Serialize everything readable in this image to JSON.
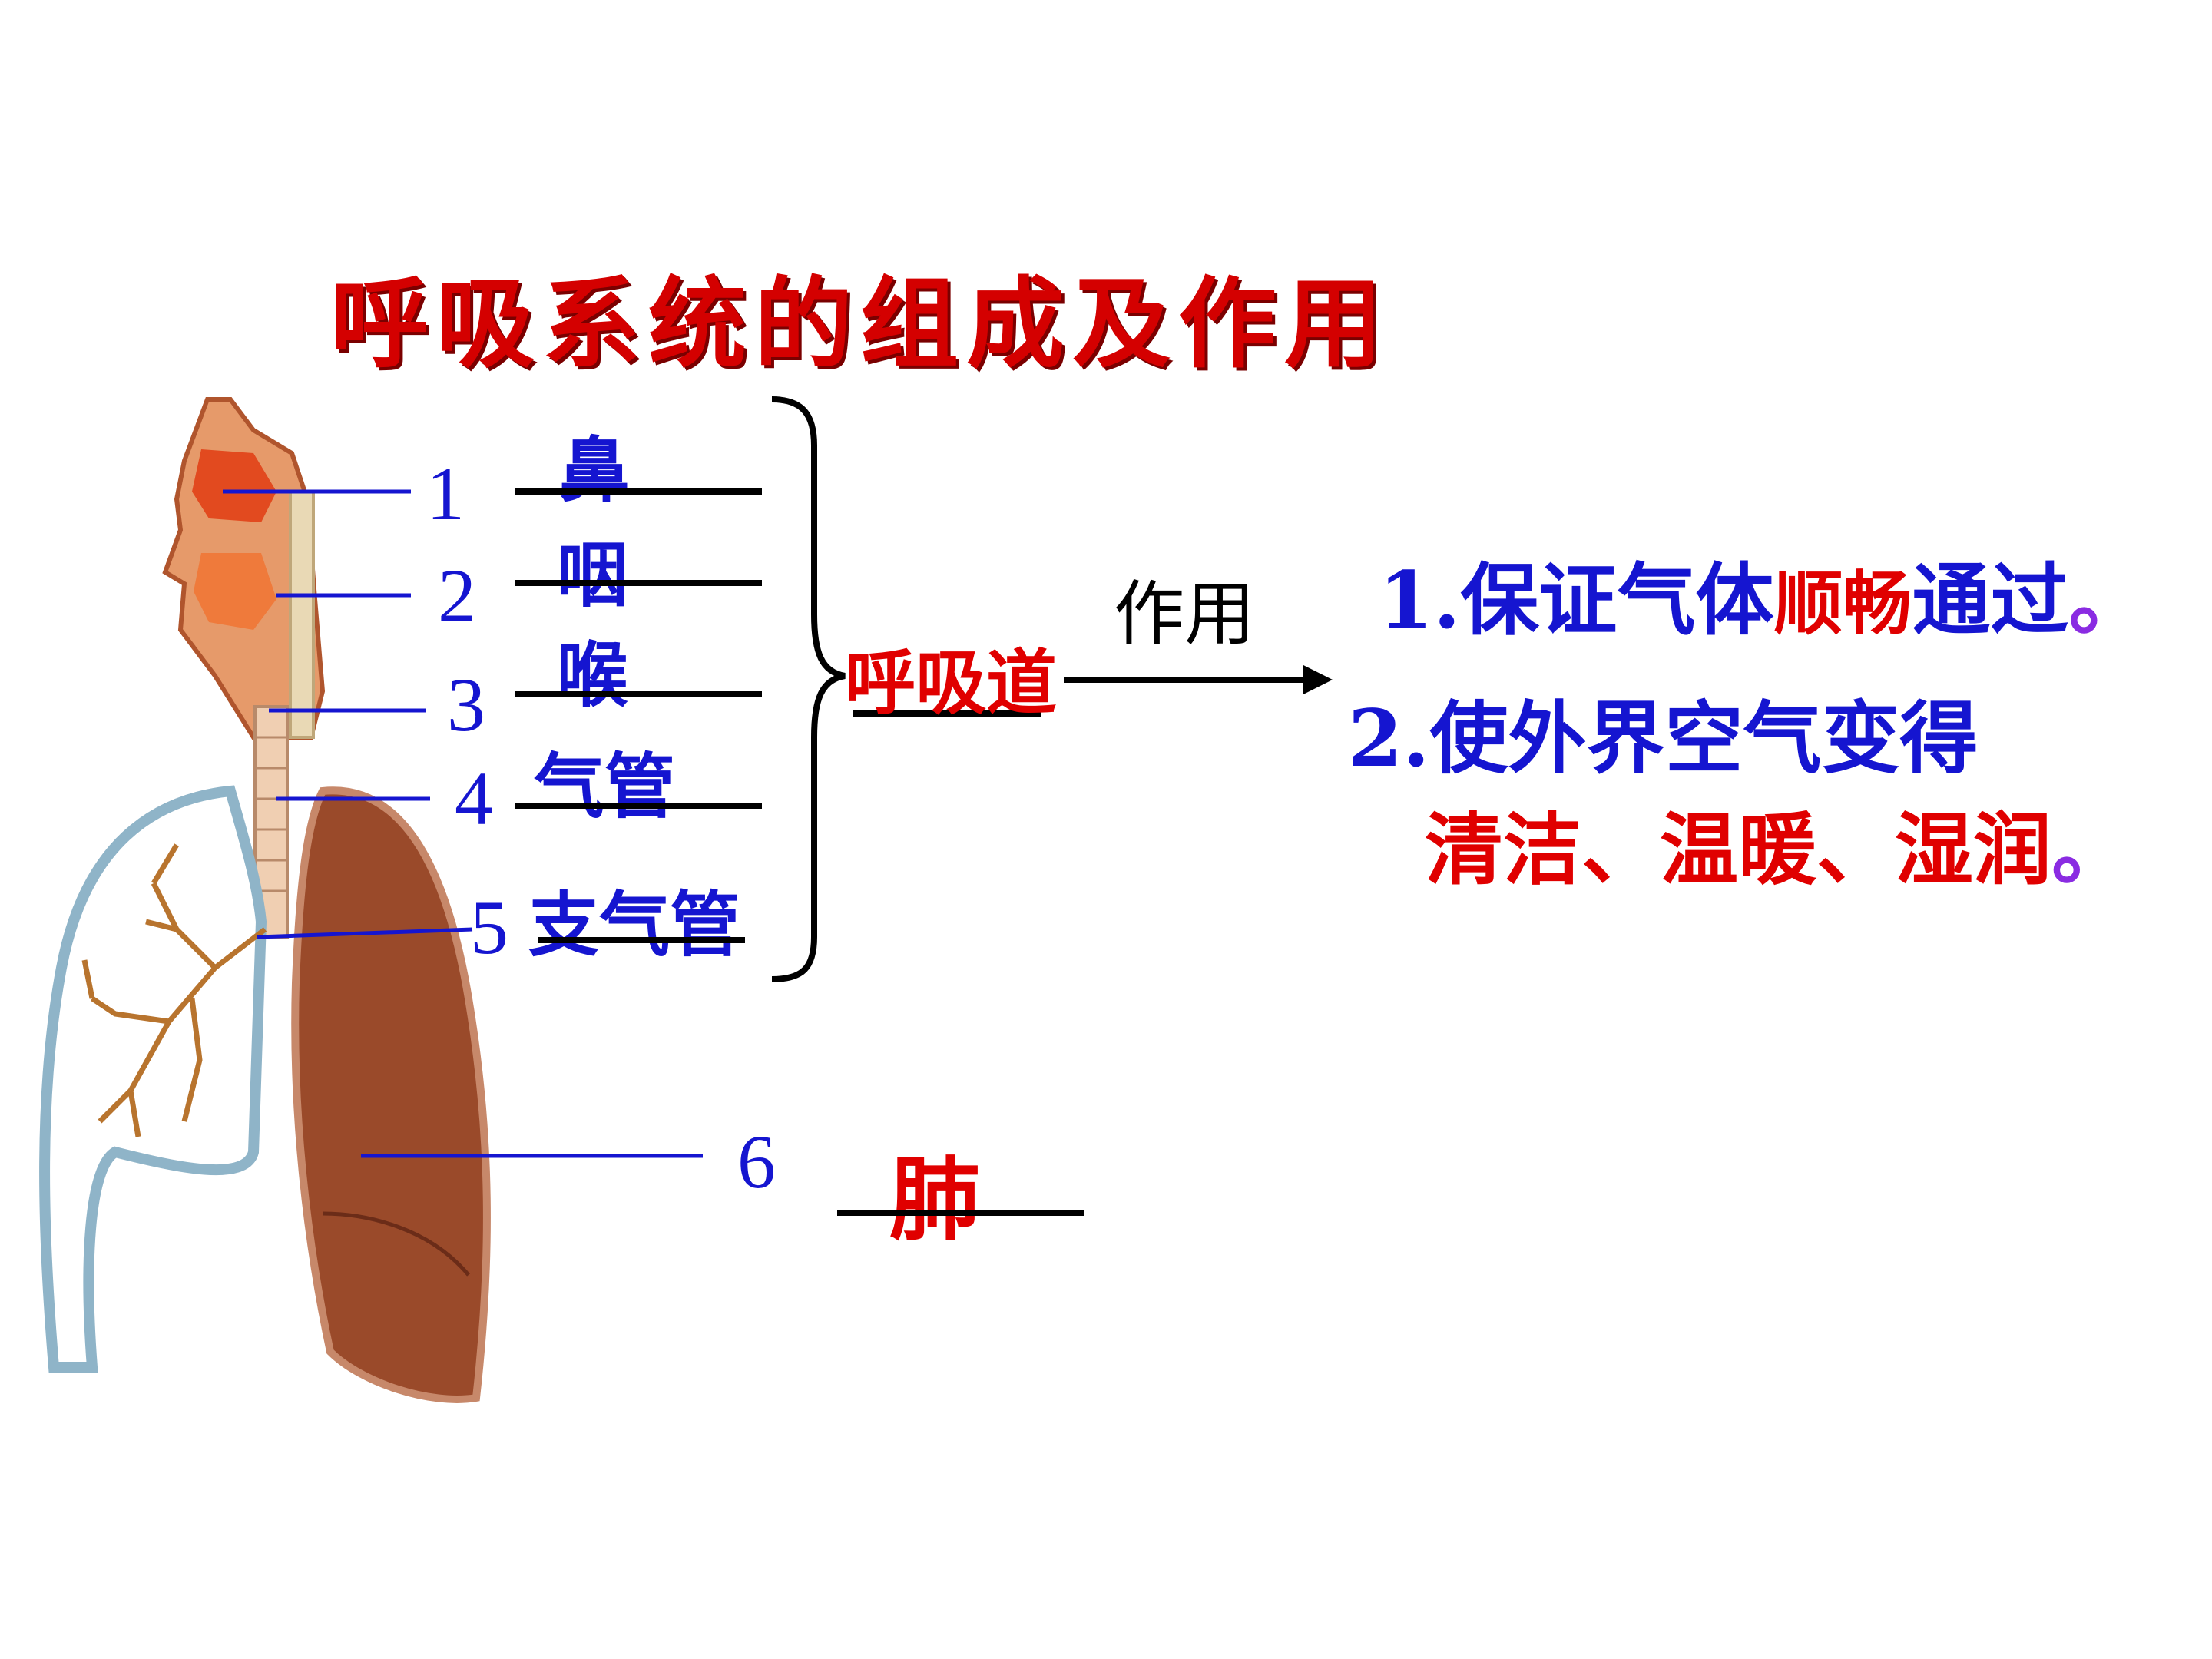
{
  "title": "呼吸系统的组成及作用",
  "parts": [
    {
      "number": "1",
      "name": "鼻"
    },
    {
      "number": "2",
      "name": "咽"
    },
    {
      "number": "3",
      "name": "喉"
    },
    {
      "number": "4",
      "name": "气管"
    },
    {
      "number": "5",
      "name": "支气管"
    },
    {
      "number": "6",
      "name": "肺"
    }
  ],
  "respiratory_tract": "呼吸道",
  "function_label": "作用",
  "functions": {
    "f1": {
      "pre": "1.保证气体",
      "highlight": "顺畅",
      "post": "通过",
      "period": "。"
    },
    "f2": {
      "line1": "2.使外界空气变得",
      "line2": "清洁、温暖、湿润",
      "period": "。"
    }
  },
  "colors": {
    "title": "#d40000",
    "label_blue": "#1515d0",
    "answer_red": "#e00000",
    "lung": "#9a4a2a",
    "pleura": "#8fb4c8"
  },
  "icons": [
    "respiratory-system-illustration",
    "curly-brace",
    "arrow-right"
  ]
}
